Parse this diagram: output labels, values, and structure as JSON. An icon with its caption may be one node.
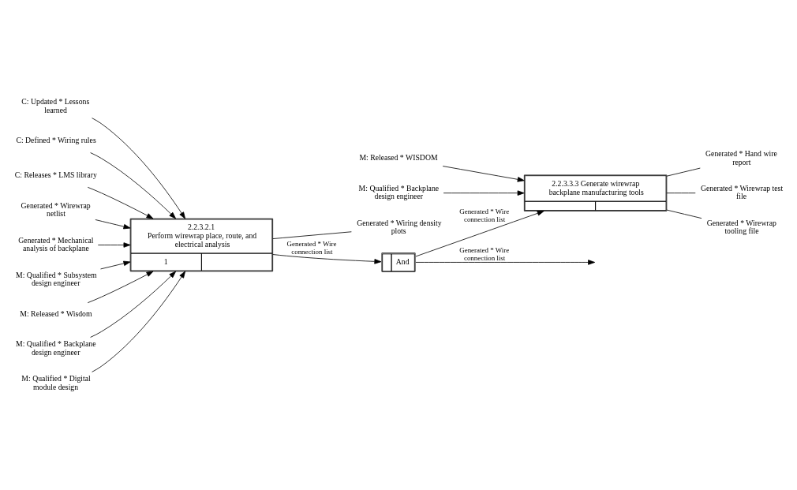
{
  "diagram": {
    "nodes": [
      {
        "text": [
          "2.2.3.2.1",
          "Perform wirewrap place, route, and electrical analysis",
          "1"
        ]
      },
      {
        "text": [
          "C: Updated * Lessons learned"
        ]
      },
      {
        "text": [
          "C: Defined * Wiring rules"
        ]
      },
      {
        "text": [
          "C: Releases * LMS library"
        ]
      },
      {
        "text": [
          "Generated * Wirewrap netlist"
        ]
      },
      {
        "text": [
          "Generated * Mechanical analysis of backplane"
        ]
      },
      {
        "text": [
          "M: Qualified * Subsystem design engineer"
        ]
      },
      {
        "text": [
          "M: Released * Wisdom"
        ]
      },
      {
        "text": [
          "M: Qualified * Backplane design engineer"
        ]
      },
      {
        "text": [
          "M: Qualified * Digital module design"
        ]
      },
      {
        "text": [
          "Generated * Wiring density plots"
        ]
      },
      {
        "text": [
          "And"
        ]
      },
      {
        "text": [
          "2.2.3.3.3 Generate wirewrap backplane manufacturing tools"
        ]
      },
      {
        "text": [
          "M: Released * WISDOM"
        ]
      },
      {
        "text": [
          "M: Qualified * Backplane design engineer"
        ]
      },
      {
        "text": [
          "Generated * Hand wire report"
        ]
      },
      {
        "text": [
          "Generated * Wirewrap test file"
        ]
      },
      {
        "text": [
          "Generated * Wirewrap tooling file"
        ]
      }
    ],
    "edges": [
      {
        "from": 1,
        "to": 0,
        "arrow": "to"
      },
      {
        "from": 2,
        "to": 0,
        "arrow": "to"
      },
      {
        "from": 3,
        "to": 0,
        "arrow": "to"
      },
      {
        "from": 4,
        "to": 0,
        "arrow": "to"
      },
      {
        "from": 5,
        "to": 0,
        "arrow": "to"
      },
      {
        "from": 6,
        "to": 0,
        "arrow": "to"
      },
      {
        "from": 7,
        "to": 0,
        "arrow": "to"
      },
      {
        "from": 8,
        "to": 0,
        "arrow": "to"
      },
      {
        "from": 9,
        "to": 0,
        "arrow": "to"
      },
      {
        "from": 0,
        "to": 10,
        "arrow": "none"
      },
      {
        "from": 0,
        "to": 11,
        "arrow": "to",
        "label": "Generated * Wire connection list"
      },
      {
        "from": 11,
        "to": 12,
        "arrow": "to",
        "label": "Generated * Wire connection list"
      },
      {
        "from": 11,
        "to": null,
        "arrow": "to",
        "label": "Generated * Wire connection list"
      },
      {
        "from": 13,
        "to": 12,
        "arrow": "to"
      },
      {
        "from": 14,
        "to": 12,
        "arrow": "to"
      },
      {
        "from": 12,
        "to": 15,
        "arrow": "none"
      },
      {
        "from": 12,
        "to": 16,
        "arrow": "none"
      },
      {
        "from": 12,
        "to": 17,
        "arrow": "none"
      }
    ]
  }
}
